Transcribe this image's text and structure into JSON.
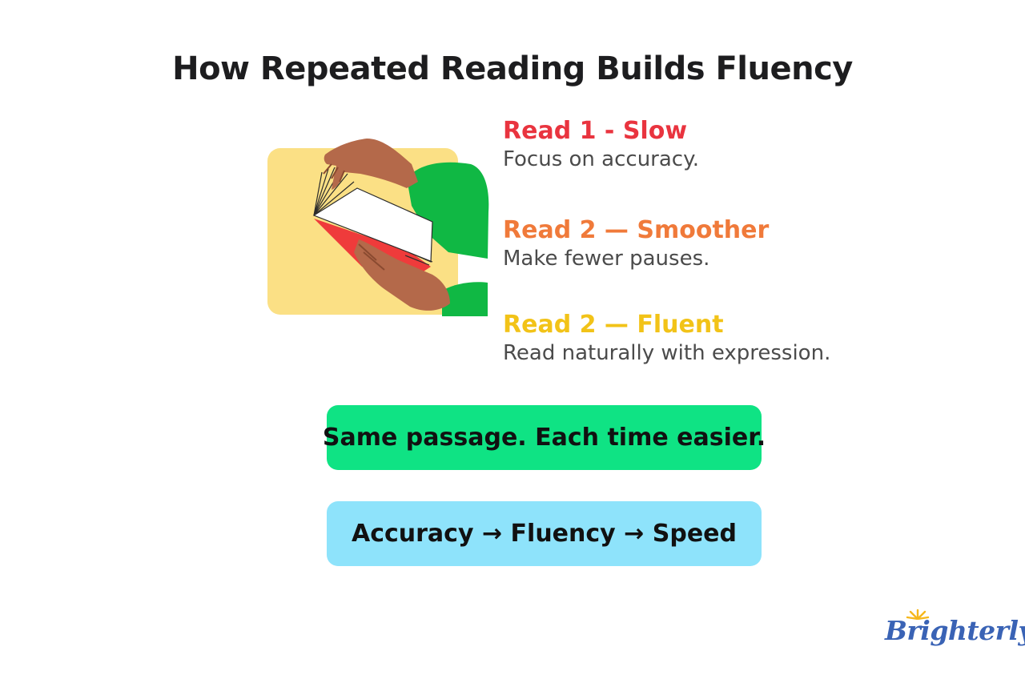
{
  "title": "How Repeated Reading Builds Fluency",
  "steps": [
    {
      "heading": "Read 1 - Slow",
      "description": "Focus on accuracy.",
      "color": "#e9343f"
    },
    {
      "heading": "Read 2 — Smoother",
      "description": "Make fewer pauses.",
      "color": "#f07a3a"
    },
    {
      "heading": "Read 2 — Fluent",
      "description": "Read naturally with expression.",
      "color": "#f2c318"
    }
  ],
  "banners": [
    {
      "text": "Same passage. Each time easier.",
      "color": "#0fe384"
    },
    {
      "text": "Accuracy → Fluency → Speed",
      "color": "#8ee3fb"
    }
  ],
  "logo": {
    "text": "Brighterly",
    "color": "#3a63b5",
    "sun_color": "#f6b71c"
  },
  "illustration": {
    "name": "hands-holding-open-book"
  }
}
